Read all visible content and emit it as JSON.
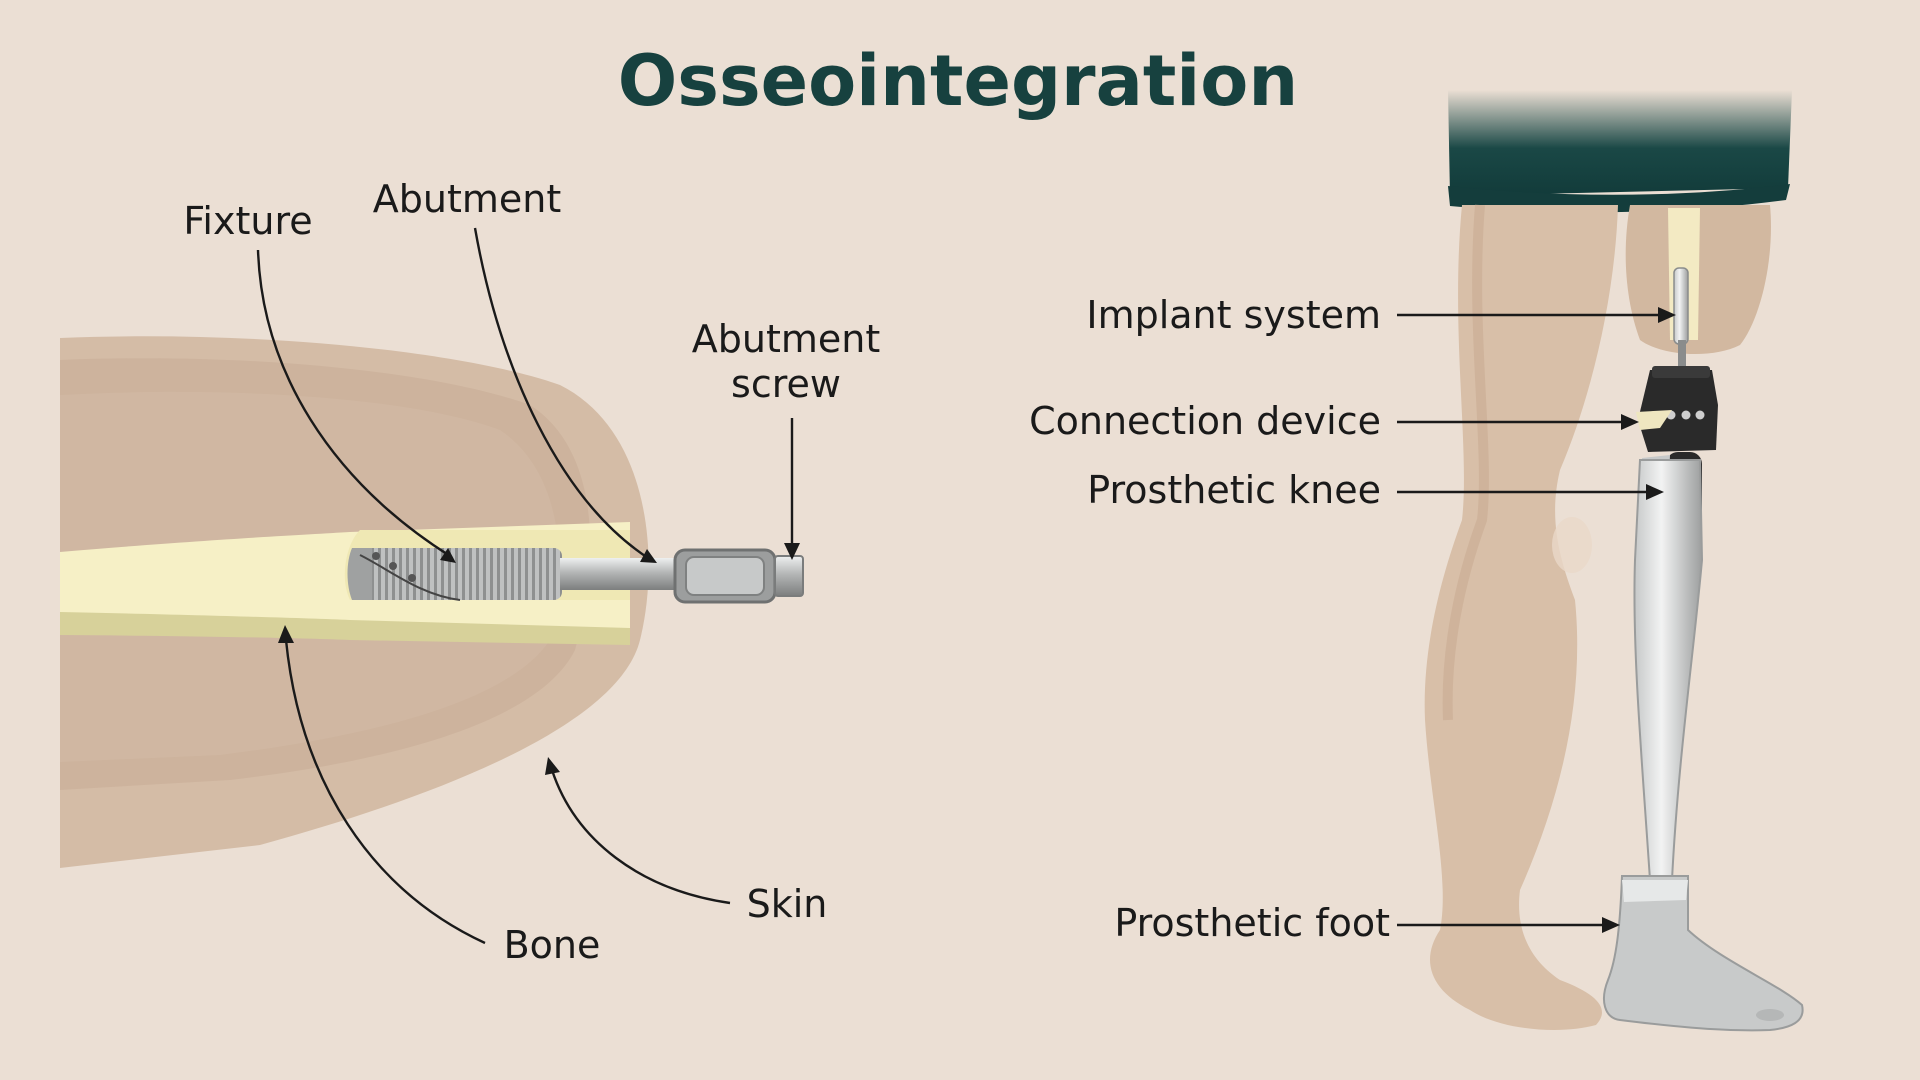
{
  "title": "Osseointegration",
  "left_labels": {
    "fixture": "Fixture",
    "abutment": "Abutment",
    "abutment_screw_line1": "Abutment",
    "abutment_screw_line2": "screw",
    "bone": "Bone",
    "skin": "Skin"
  },
  "right_labels": {
    "implant_system": "Implant system",
    "connection_device": "Connection device",
    "prosthetic_knee": "Prosthetic knee",
    "prosthetic_foot": "Prosthetic foot"
  },
  "colors": {
    "background": "#ebdfd4",
    "title": "#17413f",
    "skin": "#cdb39d",
    "bone": "#f6f0c6",
    "metal": "#a9abab",
    "shorts": "#15403f",
    "leg": "#d8bfa8"
  }
}
